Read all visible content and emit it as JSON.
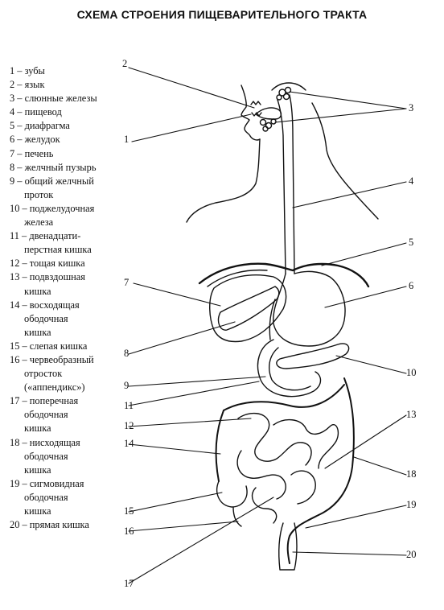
{
  "title": "СХЕМА СТРОЕНИЯ ПИЩЕВАРИТЕЛЬНОГО ТРАКТА",
  "legend": [
    {
      "lines": [
        "1 – зубы"
      ]
    },
    {
      "lines": [
        "2 – язык"
      ]
    },
    {
      "lines": [
        "3 – слюнные железы"
      ]
    },
    {
      "lines": [
        "4 – пищевод"
      ]
    },
    {
      "lines": [
        "5 – диафрагма"
      ]
    },
    {
      "lines": [
        "6 – желудок"
      ]
    },
    {
      "lines": [
        "7 – печень"
      ]
    },
    {
      "lines": [
        "8 – желчный пузырь"
      ]
    },
    {
      "lines": [
        "9 – общий желчный",
        "проток"
      ]
    },
    {
      "lines": [
        "10 – поджелудочная",
        "железа"
      ]
    },
    {
      "lines": [
        "11 – двенадцати-",
        "перстная кишка"
      ]
    },
    {
      "lines": [
        "12 – тощая кишка"
      ]
    },
    {
      "lines": [
        "13 – подвздошная",
        "кишка"
      ]
    },
    {
      "lines": [
        "14 – восходящая",
        "ободочная",
        "кишка"
      ]
    },
    {
      "lines": [
        "15 – слепая кишка"
      ]
    },
    {
      "lines": [
        "16 – червеобразный",
        "отросток",
        "(«аппендикс»)"
      ]
    },
    {
      "lines": [
        "17 – поперечная",
        "ободочная",
        "кишка"
      ]
    },
    {
      "lines": [
        "18 – нисходящая",
        "ободочная",
        "кишка"
      ]
    },
    {
      "lines": [
        "19 – сигмовидная",
        "ободочная",
        "кишка"
      ]
    },
    {
      "lines": [
        "20 – прямая кишка"
      ]
    }
  ],
  "callouts": [
    {
      "id": "2",
      "text": "2"
    },
    {
      "id": "3",
      "text": "3"
    },
    {
      "id": "1",
      "text": "1"
    },
    {
      "id": "4",
      "text": "4"
    },
    {
      "id": "5",
      "text": "5"
    },
    {
      "id": "6",
      "text": "6"
    },
    {
      "id": "7",
      "text": "7"
    },
    {
      "id": "8",
      "text": "8"
    },
    {
      "id": "9",
      "text": "9"
    },
    {
      "id": "10",
      "text": "10"
    },
    {
      "id": "11",
      "text": "11"
    },
    {
      "id": "12",
      "text": "12"
    },
    {
      "id": "13",
      "text": "13"
    },
    {
      "id": "14",
      "text": "14"
    },
    {
      "id": "18",
      "text": "18"
    },
    {
      "id": "15",
      "text": "15"
    },
    {
      "id": "19",
      "text": "19"
    },
    {
      "id": "16",
      "text": "16"
    },
    {
      "id": "20",
      "text": "20"
    },
    {
      "id": "17",
      "text": "17"
    }
  ]
}
